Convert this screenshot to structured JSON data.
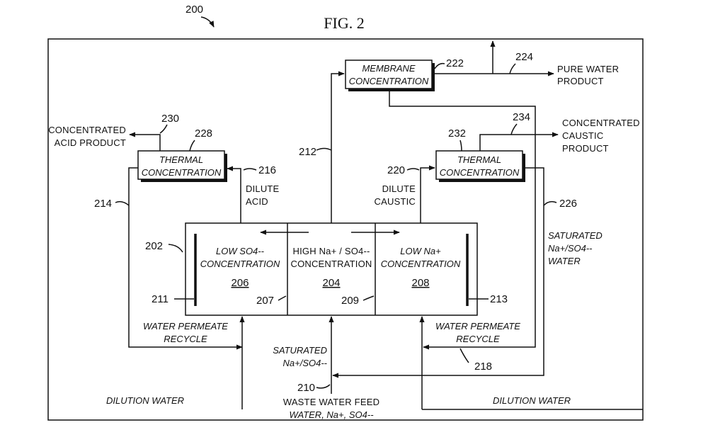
{
  "figure": {
    "label": "FIG. 2",
    "number": "200"
  },
  "boxes": {
    "membrane": {
      "line1": "MEMBRANE",
      "line2": "CONCENTRATION",
      "ref": "222"
    },
    "thermal_acid": {
      "line1": "THERMAL",
      "line2": "CONCENTRATION",
      "ref": "228"
    },
    "thermal_caustic": {
      "line1": "THERMAL",
      "line2": "CONCENTRATION",
      "ref": "232"
    }
  },
  "cell": {
    "ref": "202",
    "left": {
      "line1": "LOW SO4--",
      "line2": "CONCENTRATION",
      "ref": "206"
    },
    "center": {
      "line1": "HIGH Na+ / SO4--",
      "line2": "CONCENTRATION",
      "ref": "204"
    },
    "right": {
      "line1": "LOW Na+",
      "line2": "CONCENTRATION",
      "ref": "208"
    },
    "electrode_left": "211",
    "electrode_right": "213",
    "membrane_left": "207",
    "membrane_right": "209"
  },
  "streams": {
    "pure_water": {
      "ref": "224",
      "line1": "PURE WATER",
      "line2": "PRODUCT"
    },
    "acid_product": {
      "ref": "230",
      "line1": "CONCENTRATED",
      "line2": "ACID PRODUCT"
    },
    "caustic_product": {
      "ref": "234",
      "line1": "CONCENTRATED",
      "line2": "CAUSTIC",
      "line3": "PRODUCT"
    },
    "center_to_membrane": {
      "ref": "212"
    },
    "dilute_acid": {
      "ref": "216",
      "line1": "DILUTE",
      "line2": "ACID"
    },
    "dilute_caustic": {
      "ref": "220",
      "line1": "DILUTE",
      "line2": "CAUSTIC"
    },
    "left_recycle": {
      "ref": "214",
      "line1": "WATER PERMEATE",
      "line2": "RECYCLE"
    },
    "right_recycle": {
      "ref": "218",
      "line1": "WATER PERMEATE",
      "line2": "RECYCLE"
    },
    "saturated_right": {
      "ref": "226",
      "line1": "SATURATED",
      "line2": "Na+/SO4--",
      "line3": "WATER"
    },
    "saturated_center": {
      "line1": "SATURATED",
      "line2": "Na+/SO4--"
    },
    "feed": {
      "ref": "210",
      "line1": "WASTE WATER FEED",
      "line2": "WATER, Na+, SO4--"
    },
    "dilution_left": {
      "label": "DILUTION WATER"
    },
    "dilution_right": {
      "label": "DILUTION WATER"
    }
  }
}
